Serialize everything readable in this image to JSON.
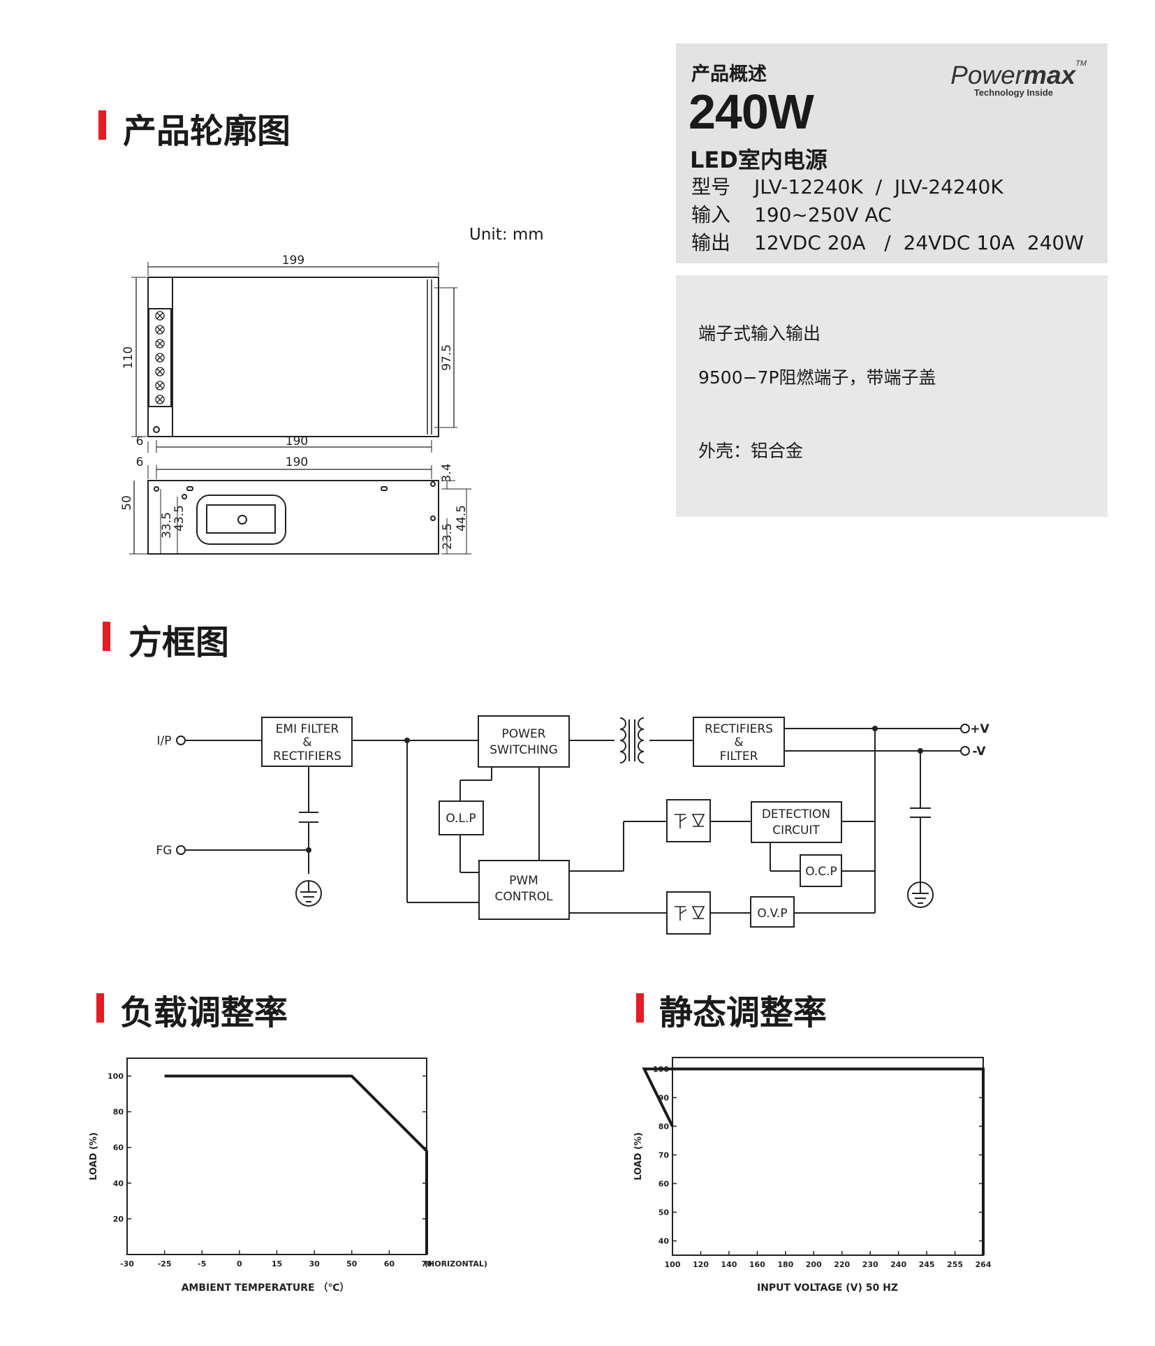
{
  "sections": {
    "outline": "产品轮廓图",
    "block": "方框图",
    "derating": "负载调整率",
    "static": "静态调整率"
  },
  "overview": {
    "title": "产品概述",
    "watt": "240W",
    "name": "LED室内电源",
    "rows": [
      {
        "k": "型号",
        "v": "JLV-12240K  /  JLV-24240K"
      },
      {
        "k": "输入",
        "v": "190~250V AC"
      },
      {
        "k": "输出",
        "v": "12VDC 20A   /  24VDC 10A  240W"
      }
    ],
    "brand": {
      "main_light": "Power",
      "main_bold": "max",
      "tm": "TM",
      "sub": "Technology Inside"
    }
  },
  "features": [
    "端子式输入输出",
    "9500−7P阻燃端子，带端子盖",
    "外壳：铝合金"
  ],
  "drawing": {
    "unit": "Unit: mm",
    "dims": {
      "top_len": "199",
      "height": "110",
      "inner_h": "97.5",
      "bottom_len": "190",
      "bottom_off": "6",
      "side_len": "190",
      "side_off": "6",
      "side_left": "50",
      "h1": "33.5",
      "h2": "43.5",
      "r1": "3.4",
      "r2": "23.5",
      "r3": "44.5"
    }
  },
  "block_diagram": {
    "ip": "I/P",
    "fg": "FG",
    "pv": "+V",
    "nv": "-V",
    "emi": [
      "EMI FILTER",
      "&",
      "RECTIFIERS"
    ],
    "power": [
      "POWER",
      "SWITCHING"
    ],
    "rect": [
      "RECTIFIERS",
      "&",
      "FILTER"
    ],
    "olp": "O.L.P",
    "pwm": [
      "PWM",
      "CONTROL"
    ],
    "det": [
      "DETECTION",
      "CIRCUIT"
    ],
    "ocp": "O.C.P",
    "ovp": "O.V.P"
  },
  "chart_data": [
    {
      "type": "line",
      "title": "负载调整率",
      "xlabel": "AMBIENT TEMPERATURE （℃）",
      "ylabel": "LOAD (%)",
      "x_extra_label": "(HORIZONTAL)",
      "x_ticks": [
        "-30",
        "-25",
        "-5",
        "0",
        "15",
        "30",
        "50",
        "60",
        "70"
      ],
      "y_ticks": [
        20,
        40,
        60,
        80,
        100
      ],
      "ylim": [
        0,
        110
      ],
      "series": [
        {
          "x": [
            "-25",
            "50",
            "70",
            "70"
          ],
          "y": [
            100,
            100,
            58,
            0
          ]
        }
      ]
    },
    {
      "type": "line",
      "title": "静态调整率",
      "xlabel": "INPUT VOLTAGE  (V)  50 HZ",
      "ylabel": "LOAD (%)",
      "x_ticks": [
        "100",
        "120",
        "140",
        "160",
        "180",
        "200",
        "220",
        "230",
        "240",
        "245",
        "255",
        "264"
      ],
      "y_ticks": [
        40,
        50,
        60,
        70,
        80,
        90,
        100
      ],
      "ylim": [
        35,
        104
      ],
      "series": [
        {
          "x": [
            "100",
            "210",
            "264",
            "264"
          ],
          "y": [
            80,
            100,
            100,
            35
          ]
        }
      ]
    }
  ]
}
